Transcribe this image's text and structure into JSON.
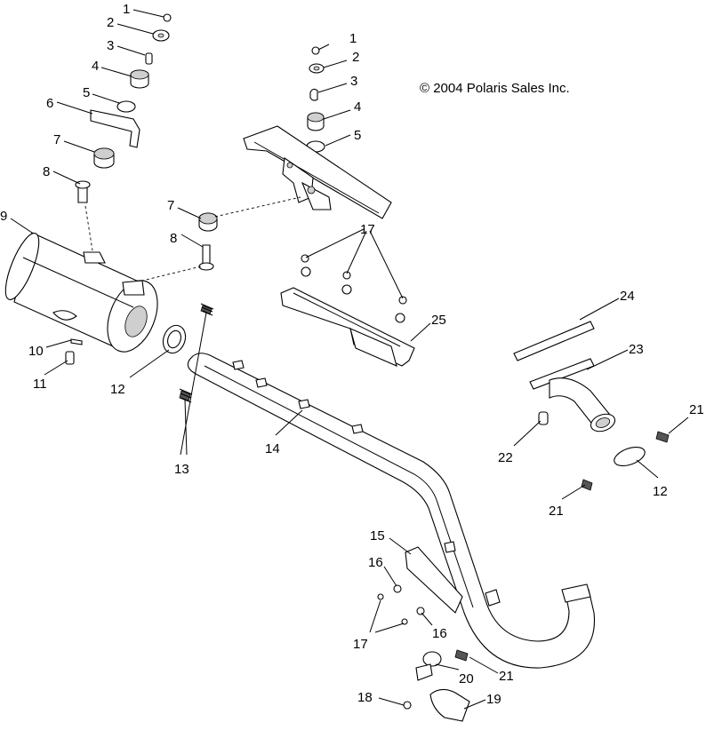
{
  "copyright": "© 2004 Polaris Sales Inc.",
  "callouts": [
    "1",
    "2",
    "3",
    "4",
    "5",
    "6",
    "7",
    "8",
    "9",
    "10",
    "11",
    "12",
    "13",
    "14",
    "15",
    "16",
    "17",
    "18",
    "19",
    "20",
    "21",
    "22",
    "23",
    "24",
    "25"
  ]
}
